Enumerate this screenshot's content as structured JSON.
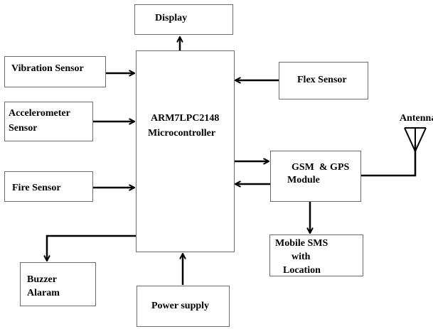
{
  "blocks": {
    "display": "Display",
    "vibration_sensor": "Vibration Sensor",
    "accelerometer_sensor": [
      "Accelerometer",
      "Sensor"
    ],
    "fire_sensor": "Fire Sensor",
    "microcontroller": [
      "ARM7LPC2148",
      "Microcontroller"
    ],
    "flex_sensor": "Flex Sensor",
    "gsm_gps_module": [
      "GSM  & GPS",
      "Module"
    ],
    "antenna": "Antenna",
    "mobile_sms": [
      "Mobile SMS",
      "with",
      "Location"
    ],
    "buzzer_alarm": [
      "Buzzer",
      "Alaram"
    ],
    "power_supply": "Power supply"
  },
  "colors": {
    "box_border": "#6b6b6b",
    "arrow": "#000000",
    "text": "#000000"
  },
  "connections": [
    {
      "from": "microcontroller",
      "to": "display"
    },
    {
      "from": "vibration_sensor",
      "to": "microcontroller"
    },
    {
      "from": "accelerometer_sensor",
      "to": "microcontroller"
    },
    {
      "from": "fire_sensor",
      "to": "microcontroller"
    },
    {
      "from": "flex_sensor",
      "to": "microcontroller"
    },
    {
      "from": "microcontroller",
      "to": "gsm_gps_module"
    },
    {
      "from": "gsm_gps_module",
      "to": "microcontroller"
    },
    {
      "from": "gsm_gps_module",
      "to": "antenna"
    },
    {
      "from": "gsm_gps_module",
      "to": "mobile_sms"
    },
    {
      "from": "microcontroller",
      "to": "buzzer_alarm"
    },
    {
      "from": "power_supply",
      "to": "microcontroller"
    }
  ]
}
